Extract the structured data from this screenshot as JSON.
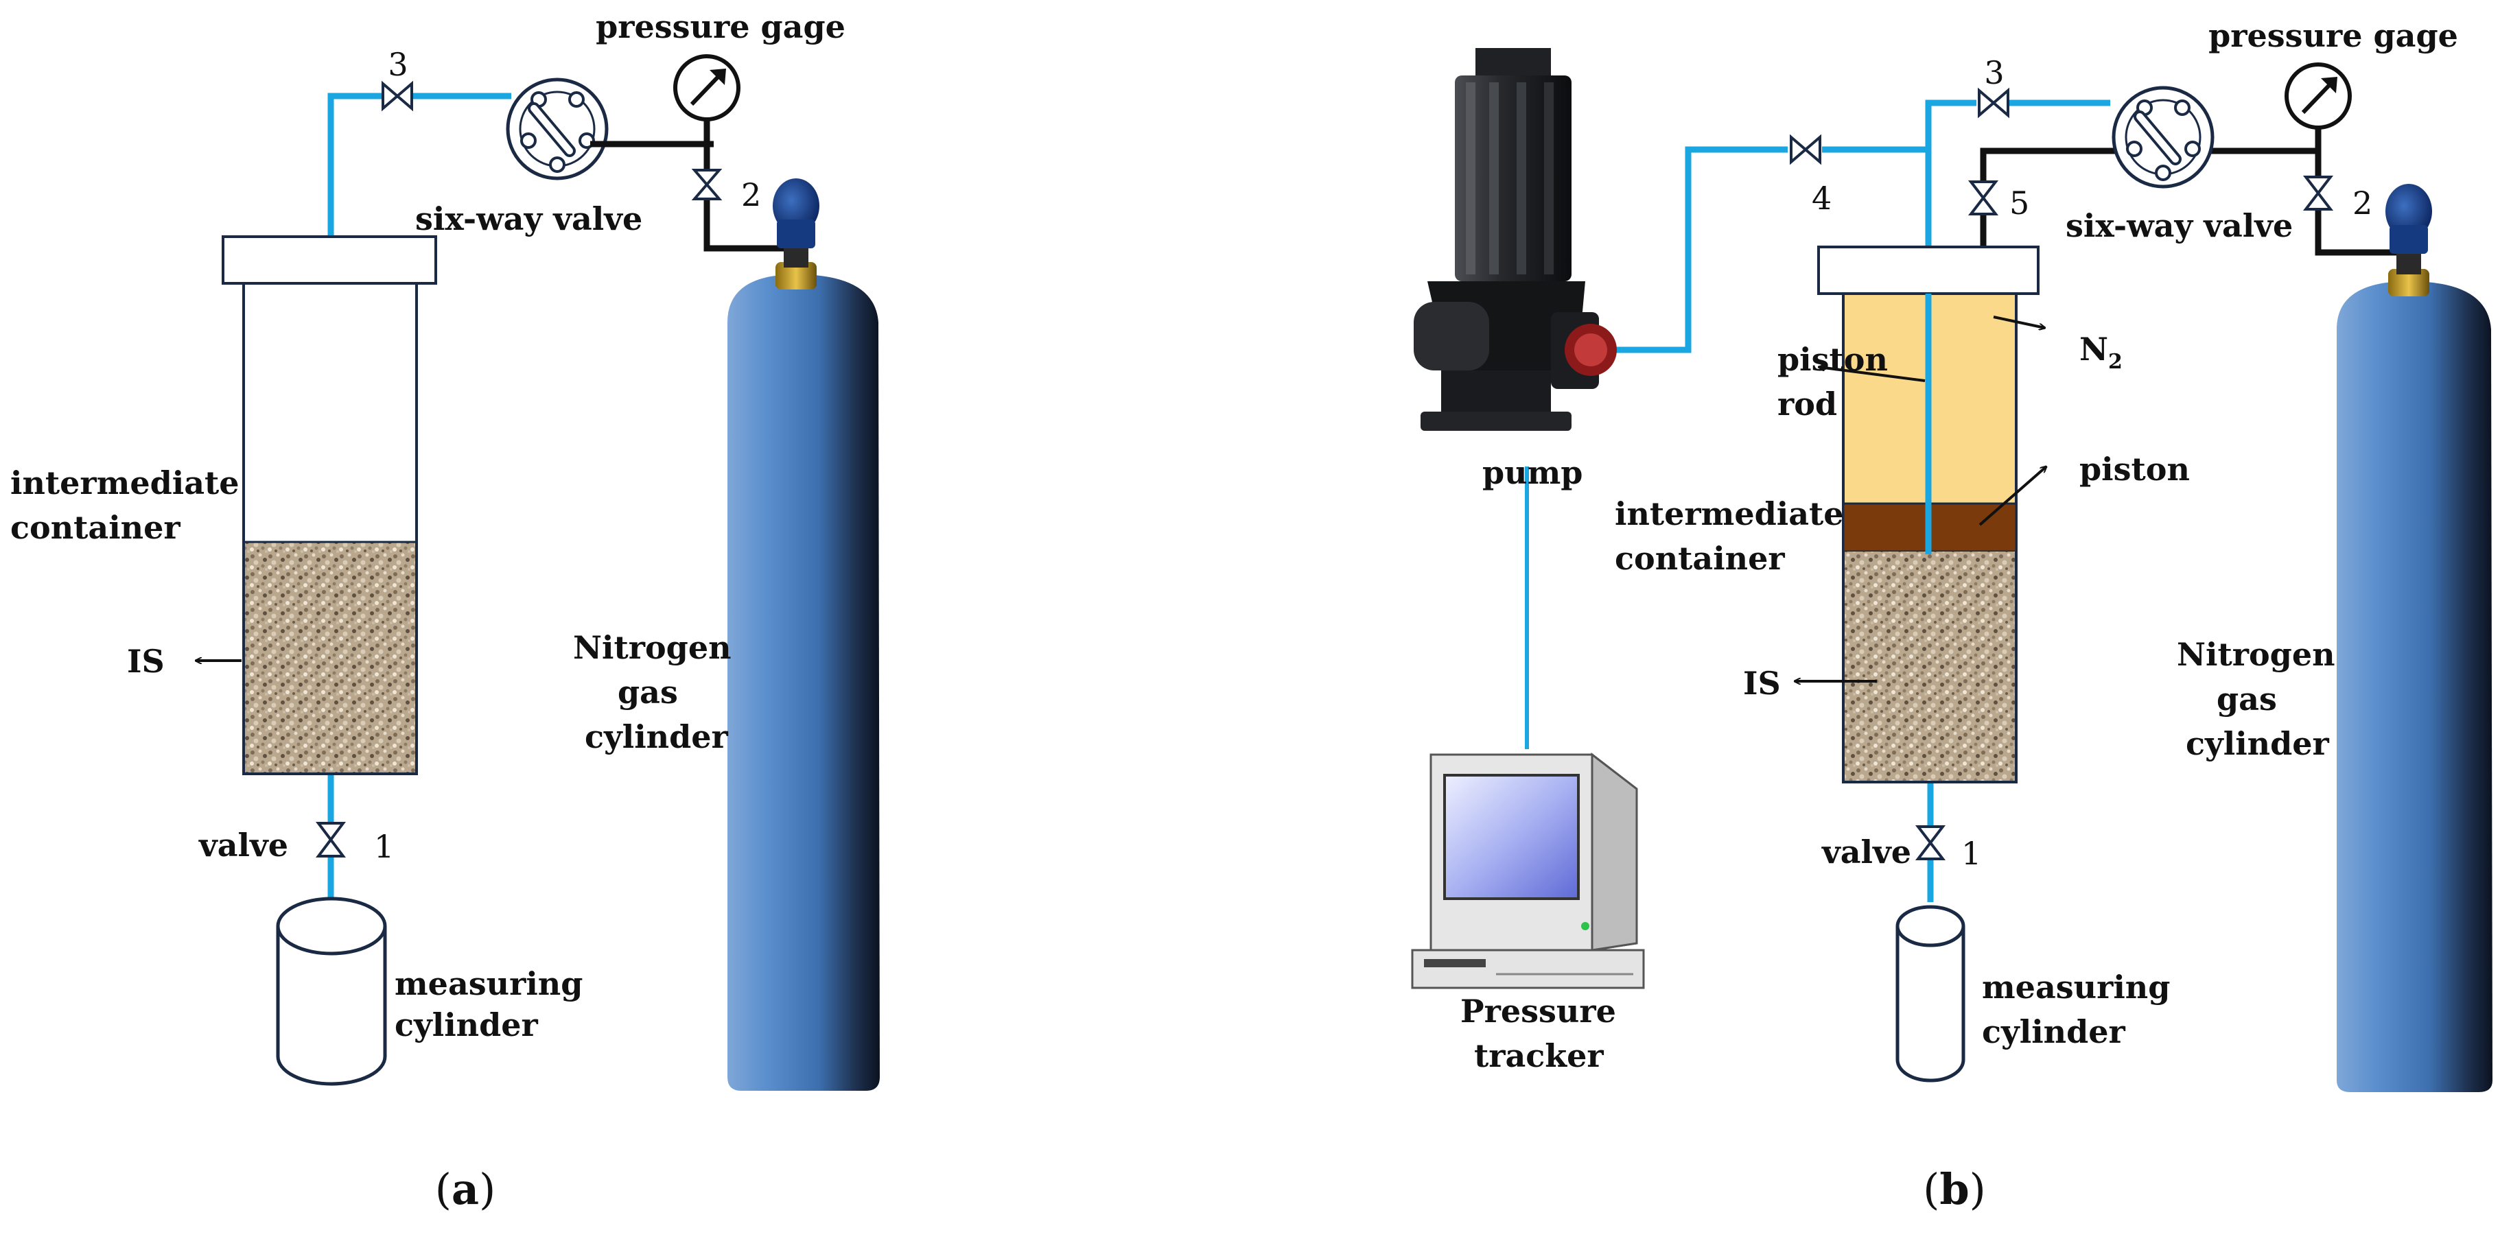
{
  "panel_a": {
    "caption_open": "(",
    "caption_letter": "a",
    "caption_close": ")",
    "labels": {
      "pressure_gage": "pressure gage",
      "six_way_valve": "six-way valve",
      "valve_3": "3",
      "valve_2": "2",
      "valve_1": "1",
      "valve": "valve",
      "intermediate_line1": "intermediate",
      "intermediate_line2": "container",
      "is": "IS",
      "nitrogen_line1": "Nitrogen",
      "nitrogen_line2": "gas",
      "nitrogen_line3": "cylinder",
      "measuring_line1": "measuring",
      "measuring_line2": "cylinder"
    }
  },
  "panel_b": {
    "caption_open": "(",
    "caption_letter": "b",
    "caption_close": ")",
    "labels": {
      "pressure_gage": "pressure gage",
      "six_way_valve": "six-way valve",
      "valve_3": "3",
      "valve_4": "4",
      "valve_5": "5",
      "valve_2": "2",
      "valve_1": "1",
      "valve": "valve",
      "pump": "pump",
      "piston_rod_line1": "piston",
      "piston_rod_line2": "rod",
      "n2_main": "N",
      "n2_sub": "2",
      "piston": "piston",
      "intermediate_line1": "intermediate",
      "intermediate_line2": "container",
      "is": "IS",
      "pressure_tracker_line1": "Pressure",
      "pressure_tracker_line2": "tracker",
      "nitrogen_line1": "Nitrogen",
      "nitrogen_line2": "gas",
      "nitrogen_line3": "cylinder",
      "measuring_line1": "measuring",
      "measuring_line2": "cylinder"
    }
  },
  "colors": {
    "blue_line": "#1aa6e0",
    "black_line": "#111111",
    "gas_fill": "#fbd98a",
    "piston_fill": "#7a3a0c",
    "sand_fill": "#b8a48a",
    "cylinder_blue": "#3f76b3"
  }
}
